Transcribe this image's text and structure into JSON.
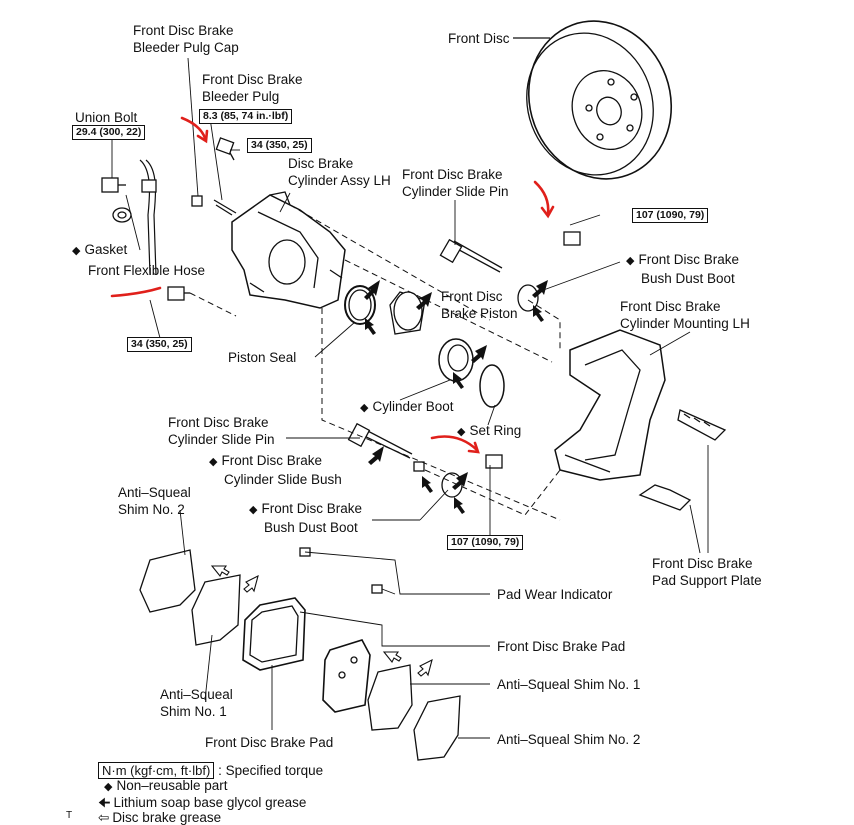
{
  "labels": {
    "bleeder_cap": [
      "Front Disc Brake",
      "Bleeder Pulg Cap"
    ],
    "bleeder_plug": [
      "Front Disc Brake",
      "Bleeder Pulg"
    ],
    "union_bolt": "Union Bolt",
    "gasket": "Gasket",
    "flexible_hose": "Front Flexible Hose",
    "cyl_assy": [
      "Disc Brake",
      "Cylinder Assy LH"
    ],
    "front_disc": "Front Disc",
    "slide_pin_top": [
      "Front Disc Brake",
      "Cylinder Slide Pin"
    ],
    "bush_dust_boot_top": [
      "Front Disc Brake",
      "Bush Dust Boot"
    ],
    "piston": [
      "Front Disc",
      "Brake Piston"
    ],
    "mounting": [
      "Front Disc Brake",
      "Cylinder Mounting LH"
    ],
    "piston_seal": "Piston Seal",
    "cylinder_boot": "Cylinder Boot",
    "set_ring": "Set Ring",
    "slide_pin_bottom": [
      "Front Disc Brake",
      "Cylinder Slide Pin"
    ],
    "slide_bush": [
      "Front Disc Brake",
      "Cylinder Slide Bush"
    ],
    "bush_dust_boot_bottom": [
      "Front Disc Brake",
      "Bush Dust Boot"
    ],
    "shim2_left": [
      "Anti–Squeal",
      "Shim No. 2"
    ],
    "shim1_left": [
      "Anti–Squeal",
      "Shim No. 1"
    ],
    "pad_left": "Front Disc Brake Pad",
    "pad_wear": "Pad Wear Indicator",
    "pad_right": "Front Disc Brake Pad",
    "shim1_right": "Anti–Squeal Shim No. 1",
    "shim2_right": "Anti–Squeal Shim No. 2",
    "support_plate": [
      "Front Disc Brake",
      "Pad Support Plate"
    ]
  },
  "torques": {
    "union_bolt": "29.4 (300, 22)",
    "bleeder_plug": "8.3 (85, 74 in.·lbf)",
    "bleeder_bolt": "34 (350, 25)",
    "hose_bolt": "34 (350, 25)",
    "mount_top": "107 (1090, 79)",
    "mount_bottom": "107 (1090, 79)"
  },
  "legend": {
    "unit_box": "N·m (kgf·cm, ft·lbf)",
    "unit_text": ": Specified torque",
    "non_reusable": "Non–reusable part",
    "lithium": "Lithium soap base glycol grease",
    "disc_grease": "Disc brake grease"
  },
  "corner_mark": "T",
  "colors": {
    "ink": "#111111",
    "annotation": "#e0201b"
  }
}
